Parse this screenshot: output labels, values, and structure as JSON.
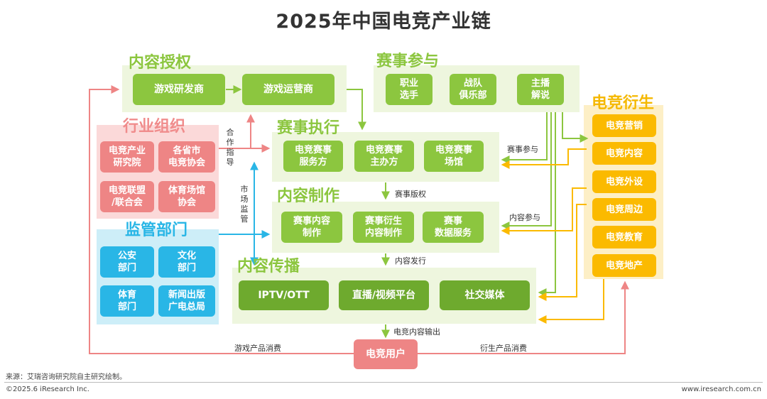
{
  "title": "2025年中国电竞产业链",
  "regions": {
    "content_license": {
      "title": "内容授权",
      "boxes": [
        "游戏研发商",
        "游戏运营商"
      ]
    },
    "competition_participation": {
      "title": "赛事参与",
      "boxes": [
        "职业\n选手",
        "战队\n俱乐部",
        "主播\n解说"
      ]
    },
    "industry_org": {
      "title": "行业组织",
      "boxes": [
        "电竞产业\n研究院",
        "各省市\n电竞协会",
        "电竞联盟\n/联合会",
        "体育场馆\n协会"
      ]
    },
    "event_execution": {
      "title": "赛事执行",
      "boxes": [
        "电竞赛事\n服务方",
        "电竞赛事\n主办方",
        "电竞赛事\n场馆"
      ]
    },
    "content_production": {
      "title": "内容制作",
      "boxes": [
        "赛事内容\n制作",
        "赛事衍生\n内容制作",
        "赛事\n数据服务"
      ]
    },
    "regulators": {
      "title": "监管部门",
      "boxes": [
        "公安\n部门",
        "文化\n部门",
        "体育\n部门",
        "新闻出版\n广电总局"
      ]
    },
    "content_distribution": {
      "title": "内容传播",
      "boxes": [
        "IPTV/OTT",
        "直播/视频平台",
        "社交媒体"
      ]
    },
    "derivatives": {
      "title": "电竞衍生",
      "boxes": [
        "电竞营销",
        "电竞内容",
        "电竞外设",
        "电竞周边",
        "电竞教育",
        "电竞地产"
      ]
    }
  },
  "users_box": "电竞用户",
  "labels": {
    "cooperation_guidance": "合作指导",
    "market_supervision": "市场监管",
    "event_participation": "赛事参与",
    "event_copyright": "赛事版权",
    "content_participation": "内容参与",
    "content_release": "内容发行",
    "content_output": "电竞内容输出",
    "game_consumption": "游戏产品消费",
    "derivative_consumption": "衍生产品消费"
  },
  "footer": {
    "source": "来源：艾瑞咨询研究院自主研究绘制。",
    "copyright": "©2025.6 iResearch Inc.",
    "website": "www.iresearch.com.cn"
  },
  "colors": {
    "green": "#8cc63f",
    "pink": "#ee8585",
    "blue": "#29b6e6",
    "yellow": "#fbba00",
    "region_green": "#eef6de",
    "region_pink": "#fbd9d9",
    "region_blue": "#cdeef8",
    "region_yellow": "#fdefc6"
  }
}
